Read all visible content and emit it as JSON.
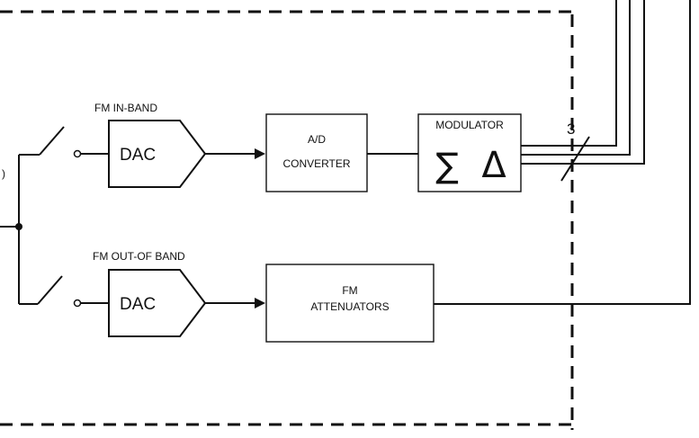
{
  "labels": {
    "fm_in_band": "FM IN-BAND",
    "fm_out_of_band": "FM OUT-OF BAND",
    "dac_top": "DAC",
    "dac_bottom": "DAC",
    "ad_line1": "A/D",
    "ad_line2": "CONVERTER",
    "modulator": "MODULATOR",
    "sigma": "∑",
    "delta": "Δ",
    "bus_width": "3",
    "fm_att_line1": "FM",
    "fm_att_line2": "ATTENUATORS",
    "cut_paren": ")"
  }
}
